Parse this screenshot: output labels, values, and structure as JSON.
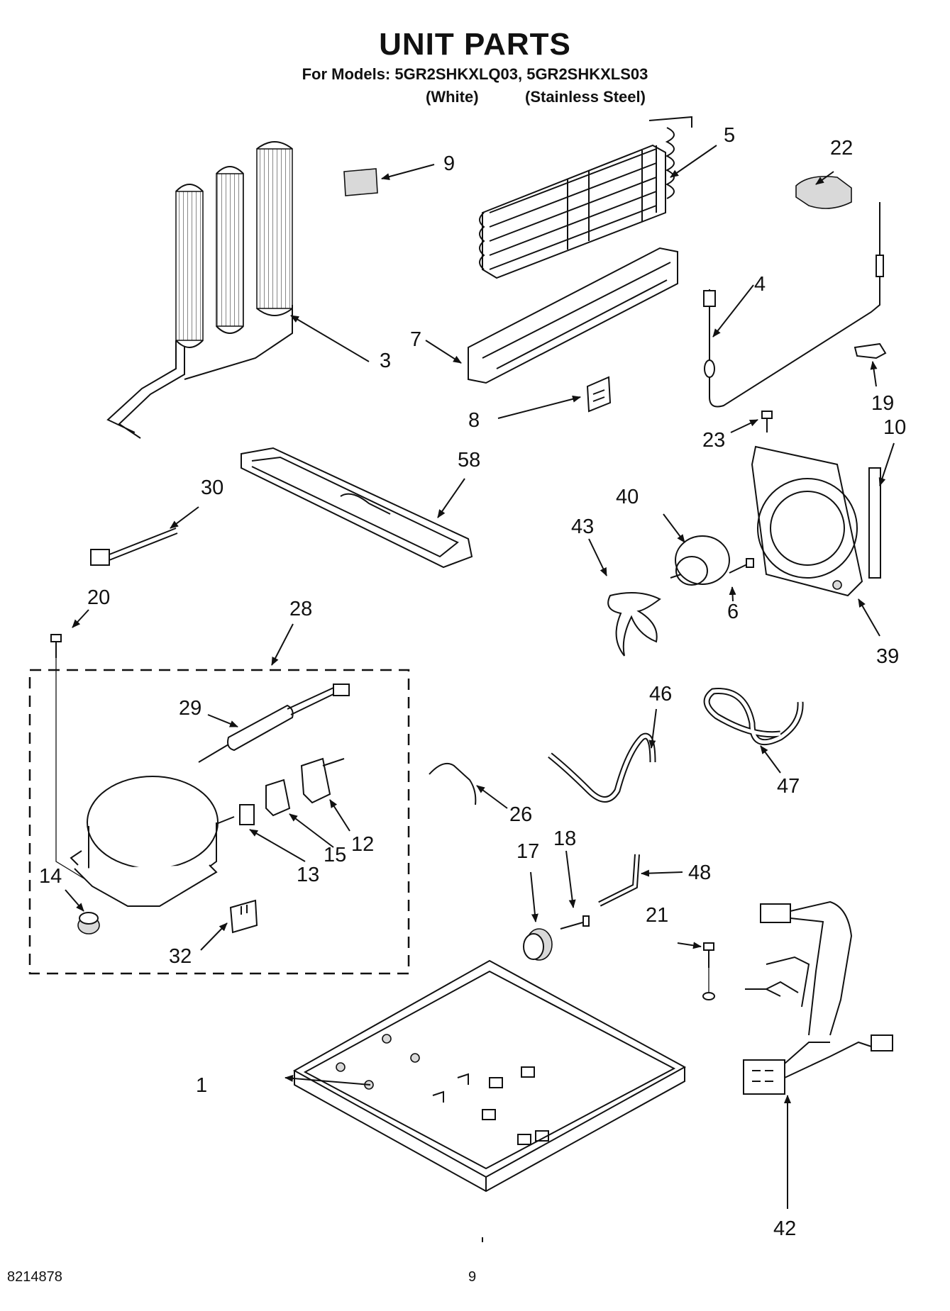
{
  "header": {
    "title": "UNIT PARTS",
    "models_line": "For Models: 5GR2SHKXLQ03, 5GR2SHKXLS03",
    "variant_white": "(White)",
    "variant_steel": "(Stainless Steel)"
  },
  "footer": {
    "doc_number": "8214878",
    "page_number": "9"
  },
  "callouts": [
    "1",
    "3",
    "4",
    "5",
    "6",
    "7",
    "8",
    "9",
    "10",
    "12",
    "13",
    "14",
    "15",
    "17",
    "18",
    "19",
    "20",
    "21",
    "22",
    "23",
    "26",
    "28",
    "29",
    "30",
    "32",
    "39",
    "40",
    "42",
    "43",
    "46",
    "47",
    "48",
    "58"
  ]
}
